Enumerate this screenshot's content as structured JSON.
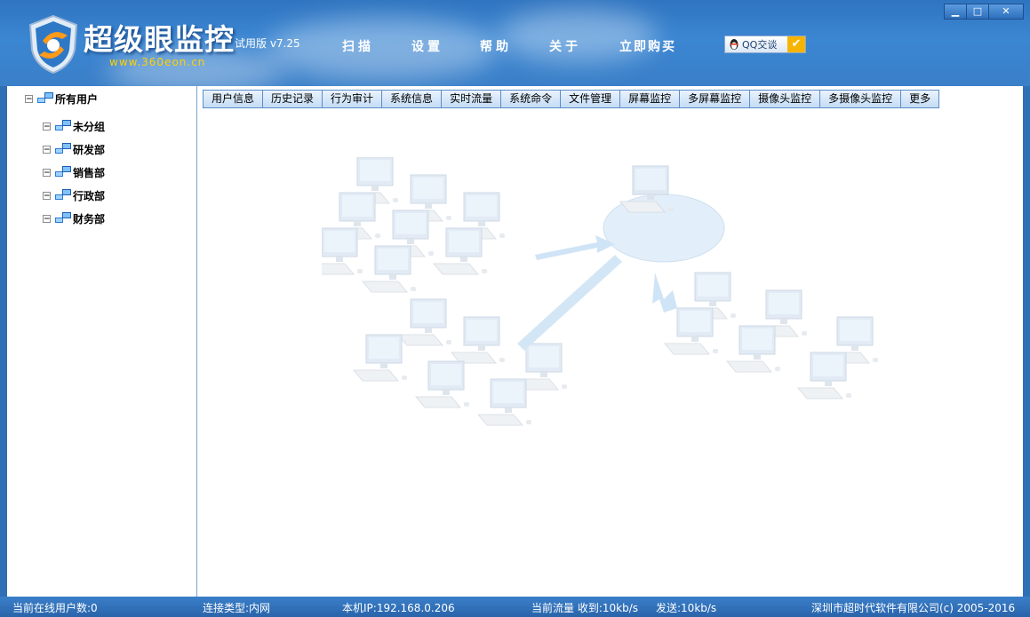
{
  "header": {
    "brand": "超级眼监控",
    "trial": "试用版 v7.25",
    "site": "www.360eon.cn",
    "nav": [
      "扫描",
      "设置",
      "帮助",
      "关于",
      "立即购买"
    ],
    "qq_label": "QQ交谈",
    "window_controls": [
      "minimize",
      "maximize",
      "close"
    ]
  },
  "tree": {
    "root": "所有用户",
    "groups": [
      "未分组",
      "研发部",
      "销售部",
      "行政部",
      "财务部"
    ],
    "expander": "−"
  },
  "tabs": [
    "用户信息",
    "历史记录",
    "行为审计",
    "系统信息",
    "实时流量",
    "系统命令",
    "文件管理",
    "屏幕监控",
    "多屏幕监控",
    "摄像头监控",
    "多摄像头监控",
    "更多"
  ],
  "status": {
    "online": "当前在线用户数:0",
    "connection": "连接类型:内网",
    "local_ip": "本机IP:192.168.0.206",
    "traffic": "当前流量 收到:10kb/s",
    "send": "发送:10kb/s",
    "copyright": "深圳市超时代软件有限公司(c) 2005-2016"
  },
  "colors": {
    "header_blue": "#2f74c0",
    "status_blue": "#2a64aa",
    "accent_yellow": "#f6b400"
  },
  "icons": {
    "logo": "shield-logo-icon",
    "tree_node": "computer-network-icon",
    "qq": "qq-penguin-icon",
    "check": "check-badge-icon"
  }
}
